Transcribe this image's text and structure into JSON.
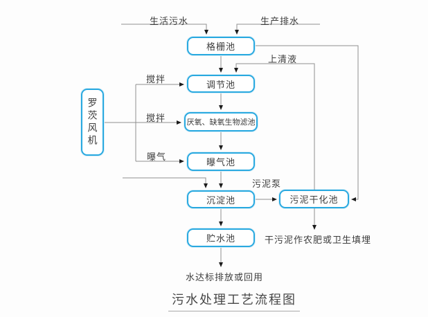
{
  "title": "污水处理工艺流程图",
  "colors": {
    "box_border": "#29a9e0",
    "connector_line": "#8f8f8f",
    "arrowhead": "#1c1c1c",
    "text": "#3d3d3d",
    "background": "#fdfdfd"
  },
  "nodes": {
    "grid_pool": "格栅池",
    "regulating_pool": "调节池",
    "bio_filter": "厌氧、缺氧生物滤池",
    "aeration_pool": "曝气池",
    "sedimentation_pool": "沉淀池",
    "sludge_drying_pool": "污泥干化池",
    "storage_pool": "贮水池",
    "roots_blower": "罗茨风机"
  },
  "labels": {
    "domestic_sewage": "生活污水",
    "production_drainage": "生产排水",
    "supernatant": "上清液",
    "stir_regulating": "搅拌",
    "stir_biofilter": "搅拌",
    "aeration": "曝气",
    "sludge_pump": "污泥泵",
    "dried_sludge_use": "干污泥作农肥或卫生填埋",
    "water_discharge": "水达标排放或回用"
  }
}
